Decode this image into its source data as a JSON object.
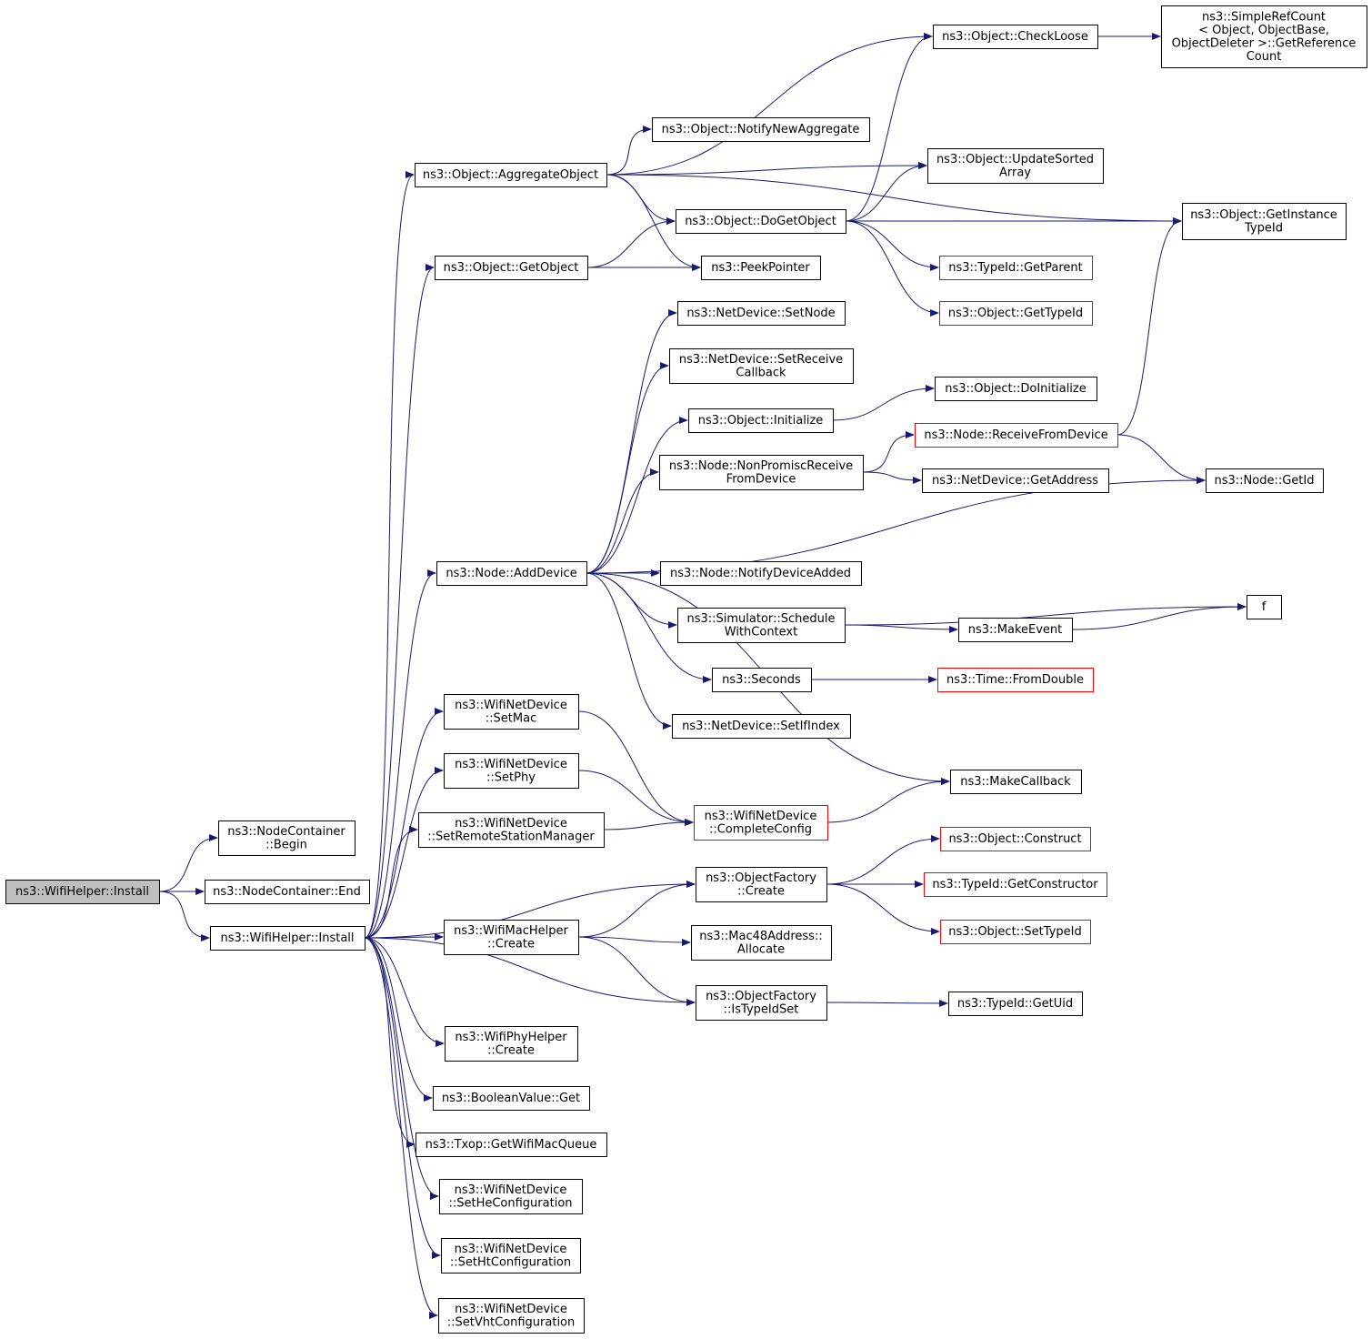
{
  "colors": {
    "edge": "#191970",
    "border": "#000000",
    "truncated_border": "#ff0000",
    "root_fill": "#bfbfbf",
    "node_fill": "#ffffff"
  },
  "nodes": [
    {
      "id": "root",
      "lines": [
        "ns3::WifiHelper::Install"
      ],
      "style": "root"
    },
    {
      "id": "nc_begin",
      "lines": [
        "ns3::NodeContainer",
        "::Begin"
      ],
      "style": "normal"
    },
    {
      "id": "nc_end",
      "lines": [
        "ns3::NodeContainer::End"
      ],
      "style": "normal"
    },
    {
      "id": "wh_install",
      "lines": [
        "ns3::WifiHelper::Install"
      ],
      "style": "normal"
    },
    {
      "id": "aggregate",
      "lines": [
        "ns3::Object::AggregateObject"
      ],
      "style": "normal"
    },
    {
      "id": "getobject",
      "lines": [
        "ns3::Object::GetObject"
      ],
      "style": "normal"
    },
    {
      "id": "adddevice",
      "lines": [
        "ns3::Node::AddDevice"
      ],
      "style": "normal"
    },
    {
      "id": "setmac",
      "lines": [
        "ns3::WifiNetDevice",
        "::SetMac"
      ],
      "style": "normal"
    },
    {
      "id": "setphy",
      "lines": [
        "ns3::WifiNetDevice",
        "::SetPhy"
      ],
      "style": "normal"
    },
    {
      "id": "setrsm",
      "lines": [
        "ns3::WifiNetDevice",
        "::SetRemoteStationManager"
      ],
      "style": "normal"
    },
    {
      "id": "macc",
      "lines": [
        "ns3::WifiMacHelper",
        "::Create"
      ],
      "style": "normal"
    },
    {
      "id": "phyc",
      "lines": [
        "ns3::WifiPhyHelper",
        "::Create"
      ],
      "style": "normal"
    },
    {
      "id": "boolget",
      "lines": [
        "ns3::BooleanValue::Get"
      ],
      "style": "normal"
    },
    {
      "id": "txop",
      "lines": [
        "ns3::Txop::GetWifiMacQueue"
      ],
      "style": "normal"
    },
    {
      "id": "sethe",
      "lines": [
        "ns3::WifiNetDevice",
        "::SetHeConfiguration"
      ],
      "style": "normal"
    },
    {
      "id": "setht",
      "lines": [
        "ns3::WifiNetDevice",
        "::SetHtConfiguration"
      ],
      "style": "normal"
    },
    {
      "id": "setvht",
      "lines": [
        "ns3::WifiNetDevice",
        "::SetVhtConfiguration"
      ],
      "style": "normal"
    },
    {
      "id": "notifyagg",
      "lines": [
        "ns3::Object::NotifyNewAggregate"
      ],
      "style": "normal"
    },
    {
      "id": "dogetobject",
      "lines": [
        "ns3::Object::DoGetObject"
      ],
      "style": "normal"
    },
    {
      "id": "peek",
      "lines": [
        "ns3::PeekPointer"
      ],
      "style": "normal"
    },
    {
      "id": "setnode",
      "lines": [
        "ns3::NetDevice::SetNode"
      ],
      "style": "normal"
    },
    {
      "id": "setrecv",
      "lines": [
        "ns3::NetDevice::SetReceive",
        "Callback"
      ],
      "style": "normal"
    },
    {
      "id": "initialize",
      "lines": [
        "ns3::Object::Initialize"
      ],
      "style": "normal"
    },
    {
      "id": "nonpromisc",
      "lines": [
        "ns3::Node::NonPromiscReceive",
        "FromDevice"
      ],
      "style": "normal"
    },
    {
      "id": "notifydev",
      "lines": [
        "ns3::Node::NotifyDeviceAdded"
      ],
      "style": "normal"
    },
    {
      "id": "schedctx",
      "lines": [
        "ns3::Simulator::Schedule",
        "WithContext"
      ],
      "style": "normal"
    },
    {
      "id": "seconds",
      "lines": [
        "ns3::Seconds"
      ],
      "style": "normal"
    },
    {
      "id": "setifindex",
      "lines": [
        "ns3::NetDevice::SetIfIndex"
      ],
      "style": "normal"
    },
    {
      "id": "completeconfig",
      "lines": [
        "ns3::WifiNetDevice",
        "::CompleteConfig"
      ],
      "style": "truncated"
    },
    {
      "id": "ofcreate",
      "lines": [
        "ns3::ObjectFactory",
        "::Create"
      ],
      "style": "normal"
    },
    {
      "id": "macalloc",
      "lines": [
        "ns3::Mac48Address::",
        "Allocate"
      ],
      "style": "normal"
    },
    {
      "id": "istypeidset",
      "lines": [
        "ns3::ObjectFactory",
        "::IsTypeIdSet"
      ],
      "style": "normal"
    },
    {
      "id": "checkloose",
      "lines": [
        "ns3::Object::CheckLoose"
      ],
      "style": "normal"
    },
    {
      "id": "updatesorted",
      "lines": [
        "ns3::Object::UpdateSorted",
        "Array"
      ],
      "style": "normal"
    },
    {
      "id": "getparent",
      "lines": [
        "ns3::TypeId::GetParent"
      ],
      "style": "truncated"
    },
    {
      "id": "gettypeid",
      "lines": [
        "ns3::Object::GetTypeId"
      ],
      "style": "truncated"
    },
    {
      "id": "doinit",
      "lines": [
        "ns3::Object::DoInitialize"
      ],
      "style": "normal"
    },
    {
      "id": "recvfromdev",
      "lines": [
        "ns3::Node::ReceiveFromDevice"
      ],
      "style": "truncated"
    },
    {
      "id": "getaddress",
      "lines": [
        "ns3::NetDevice::GetAddress"
      ],
      "style": "normal"
    },
    {
      "id": "makeevent",
      "lines": [
        "ns3::MakeEvent"
      ],
      "style": "normal"
    },
    {
      "id": "fromdouble",
      "lines": [
        "ns3::Time::FromDouble"
      ],
      "style": "truncated"
    },
    {
      "id": "makecallback",
      "lines": [
        "ns3::MakeCallback"
      ],
      "style": "normal"
    },
    {
      "id": "construct",
      "lines": [
        "ns3::Object::Construct"
      ],
      "style": "truncated"
    },
    {
      "id": "getconstructor",
      "lines": [
        "ns3::TypeId::GetConstructor"
      ],
      "style": "truncated"
    },
    {
      "id": "settypeid",
      "lines": [
        "ns3::Object::SetTypeId"
      ],
      "style": "truncated"
    },
    {
      "id": "getuid",
      "lines": [
        "ns3::TypeId::GetUid"
      ],
      "style": "normal"
    },
    {
      "id": "simplerefcount",
      "lines": [
        "ns3::SimpleRefCount",
        "< Object, ObjectBase,",
        " ObjectDeleter >::GetReference",
        "Count"
      ],
      "style": "normal"
    },
    {
      "id": "getinstancetypeid",
      "lines": [
        "ns3::Object::GetInstance",
        "TypeId"
      ],
      "style": "normal"
    },
    {
      "id": "nodegetid",
      "lines": [
        "ns3::Node::GetId"
      ],
      "style": "normal"
    },
    {
      "id": "f",
      "lines": [
        "f"
      ],
      "style": "normal"
    }
  ],
  "edges": [
    {
      "from": "root",
      "to": "nc_begin"
    },
    {
      "from": "root",
      "to": "nc_end"
    },
    {
      "from": "root",
      "to": "wh_install"
    },
    {
      "from": "wh_install",
      "to": "aggregate"
    },
    {
      "from": "wh_install",
      "to": "getobject"
    },
    {
      "from": "wh_install",
      "to": "adddevice"
    },
    {
      "from": "wh_install",
      "to": "setmac"
    },
    {
      "from": "wh_install",
      "to": "setphy"
    },
    {
      "from": "wh_install",
      "to": "setrsm"
    },
    {
      "from": "wh_install",
      "to": "ofcreate"
    },
    {
      "from": "wh_install",
      "to": "macc"
    },
    {
      "from": "wh_install",
      "to": "istypeidset"
    },
    {
      "from": "wh_install",
      "to": "phyc"
    },
    {
      "from": "wh_install",
      "to": "boolget"
    },
    {
      "from": "wh_install",
      "to": "txop"
    },
    {
      "from": "wh_install",
      "to": "sethe"
    },
    {
      "from": "wh_install",
      "to": "setht"
    },
    {
      "from": "wh_install",
      "to": "setvht"
    },
    {
      "from": "aggregate",
      "to": "checkloose"
    },
    {
      "from": "aggregate",
      "to": "getinstancetypeid"
    },
    {
      "from": "aggregate",
      "to": "notifyagg"
    },
    {
      "from": "aggregate",
      "to": "updatesorted"
    },
    {
      "from": "aggregate",
      "to": "dogetobject"
    },
    {
      "from": "aggregate",
      "to": "peek"
    },
    {
      "from": "getobject",
      "to": "dogetobject"
    },
    {
      "from": "getobject",
      "to": "peek"
    },
    {
      "from": "dogetobject",
      "to": "checkloose"
    },
    {
      "from": "dogetobject",
      "to": "updatesorted"
    },
    {
      "from": "dogetobject",
      "to": "getinstancetypeid"
    },
    {
      "from": "dogetobject",
      "to": "getparent"
    },
    {
      "from": "dogetobject",
      "to": "gettypeid"
    },
    {
      "from": "checkloose",
      "to": "simplerefcount"
    },
    {
      "from": "adddevice",
      "to": "setnode"
    },
    {
      "from": "adddevice",
      "to": "setrecv"
    },
    {
      "from": "adddevice",
      "to": "initialize"
    },
    {
      "from": "adddevice",
      "to": "nonpromisc"
    },
    {
      "from": "adddevice",
      "to": "nodegetid"
    },
    {
      "from": "adddevice",
      "to": "notifydev"
    },
    {
      "from": "adddevice",
      "to": "schedctx"
    },
    {
      "from": "adddevice",
      "to": "seconds"
    },
    {
      "from": "adddevice",
      "to": "setifindex"
    },
    {
      "from": "adddevice",
      "to": "makecallback"
    },
    {
      "from": "initialize",
      "to": "doinit"
    },
    {
      "from": "nonpromisc",
      "to": "recvfromdev"
    },
    {
      "from": "nonpromisc",
      "to": "getaddress"
    },
    {
      "from": "recvfromdev",
      "to": "getinstancetypeid"
    },
    {
      "from": "recvfromdev",
      "to": "nodegetid"
    },
    {
      "from": "schedctx",
      "to": "f"
    },
    {
      "from": "schedctx",
      "to": "makeevent"
    },
    {
      "from": "makeevent",
      "to": "f"
    },
    {
      "from": "seconds",
      "to": "fromdouble"
    },
    {
      "from": "setmac",
      "to": "completeconfig"
    },
    {
      "from": "setphy",
      "to": "completeconfig"
    },
    {
      "from": "setrsm",
      "to": "completeconfig"
    },
    {
      "from": "completeconfig",
      "to": "makecallback"
    },
    {
      "from": "ofcreate",
      "to": "construct"
    },
    {
      "from": "ofcreate",
      "to": "getconstructor"
    },
    {
      "from": "ofcreate",
      "to": "settypeid"
    },
    {
      "from": "macc",
      "to": "ofcreate"
    },
    {
      "from": "macc",
      "to": "macalloc"
    },
    {
      "from": "macc",
      "to": "istypeidset"
    },
    {
      "from": "istypeidset",
      "to": "getuid"
    }
  ]
}
